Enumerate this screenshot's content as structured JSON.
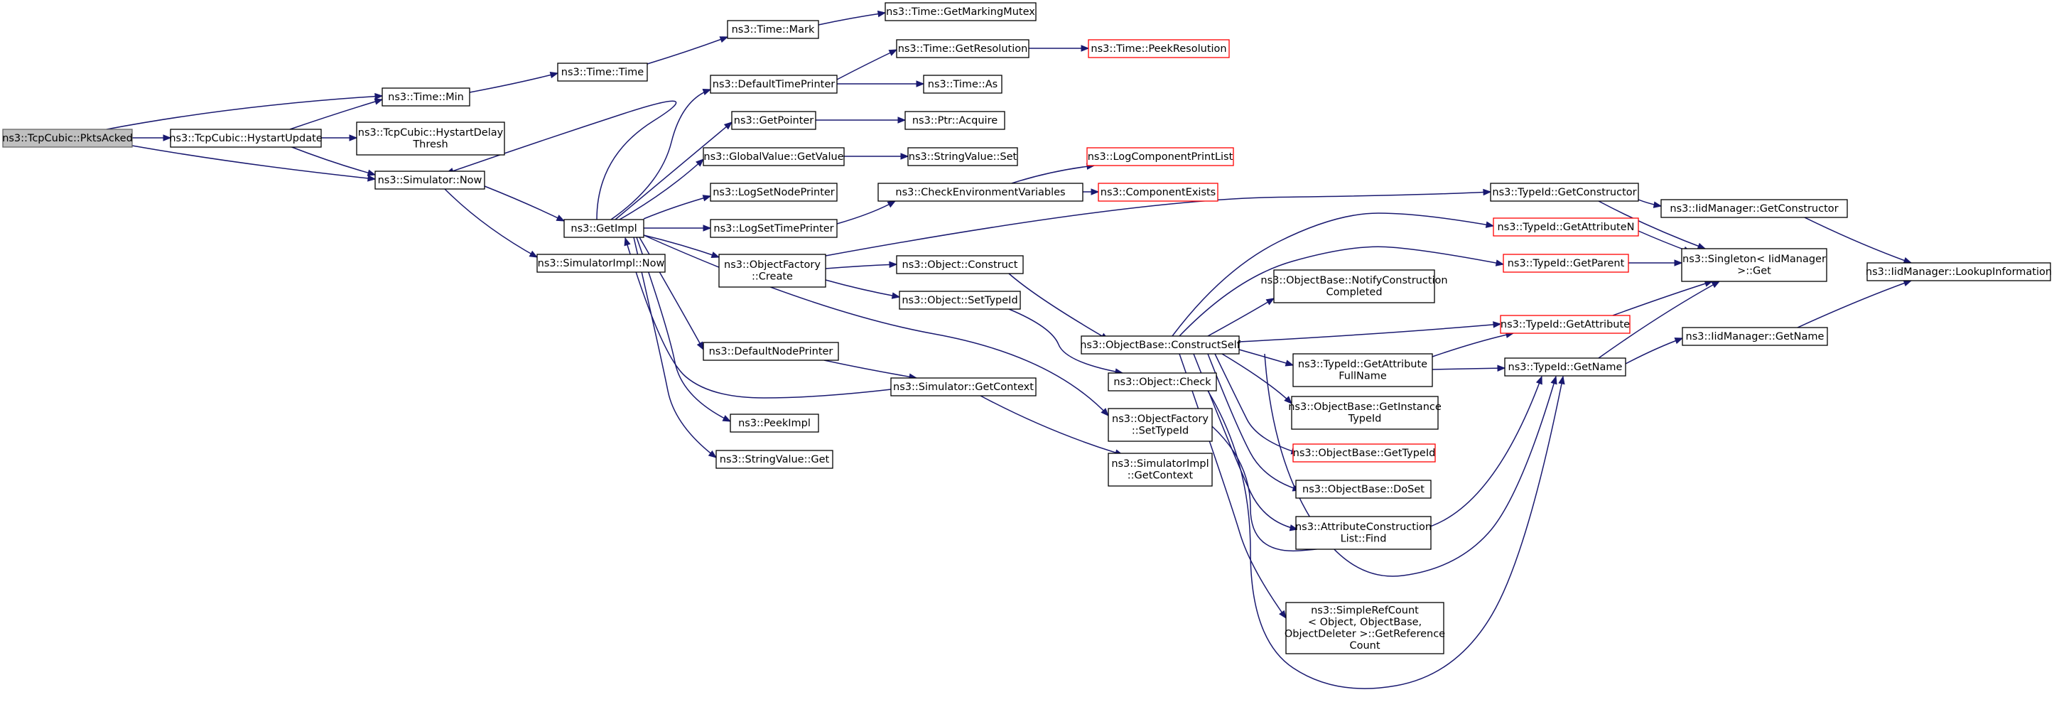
{
  "diagram": {
    "colors": {
      "edge": "#191970",
      "root_fill": "#bfbfbf",
      "truncated_border": "#ff0000",
      "border": "#000000"
    },
    "nodes": [
      {
        "id": "pkts",
        "lines": [
          "ns3::TcpCubic::PktsAcked"
        ],
        "root": true
      },
      {
        "id": "hystart",
        "lines": [
          "ns3::TcpCubic::HystartUpdate"
        ]
      },
      {
        "id": "hdelay",
        "lines": [
          "ns3::TcpCubic::HystartDelay",
          "Thresh"
        ]
      },
      {
        "id": "tmin",
        "lines": [
          "ns3::Time::Min"
        ]
      },
      {
        "id": "snow",
        "lines": [
          "ns3::Simulator::Now"
        ]
      },
      {
        "id": "ttime",
        "lines": [
          "ns3::Time::Time"
        ]
      },
      {
        "id": "tmark",
        "lines": [
          "ns3::Time::Mark"
        ]
      },
      {
        "id": "tmutex",
        "lines": [
          "ns3::Time::GetMarkingMutex"
        ]
      },
      {
        "id": "getimpl",
        "lines": [
          "ns3::GetImpl"
        ]
      },
      {
        "id": "simimplnow",
        "lines": [
          "ns3::SimulatorImpl::Now"
        ]
      },
      {
        "id": "dtp",
        "lines": [
          "ns3::DefaultTimePrinter"
        ]
      },
      {
        "id": "getres",
        "lines": [
          "ns3::Time::GetResolution"
        ]
      },
      {
        "id": "peekres",
        "lines": [
          "ns3::Time::PeekResolution"
        ],
        "truncated": true
      },
      {
        "id": "tas",
        "lines": [
          "ns3::Time::As"
        ]
      },
      {
        "id": "getptr",
        "lines": [
          "ns3::GetPointer"
        ]
      },
      {
        "id": "ptracq",
        "lines": [
          "ns3::Ptr::Acquire"
        ]
      },
      {
        "id": "gvget",
        "lines": [
          "ns3::GlobalValue::GetValue"
        ]
      },
      {
        "id": "svset",
        "lines": [
          "ns3::StringValue::Set"
        ]
      },
      {
        "id": "lsnp",
        "lines": [
          "ns3::LogSetNodePrinter"
        ]
      },
      {
        "id": "lstp",
        "lines": [
          "ns3::LogSetTimePrinter"
        ]
      },
      {
        "id": "cev",
        "lines": [
          "ns3::CheckEnvironmentVariables"
        ]
      },
      {
        "id": "lcpl",
        "lines": [
          "ns3::LogComponentPrintList"
        ],
        "truncated": true
      },
      {
        "id": "cexists",
        "lines": [
          "ns3::ComponentExists"
        ],
        "truncated": true
      },
      {
        "id": "ofcreate",
        "lines": [
          "ns3::ObjectFactory",
          "::Create"
        ]
      },
      {
        "id": "oconstruct",
        "lines": [
          "ns3::Object::Construct"
        ]
      },
      {
        "id": "osettid",
        "lines": [
          "ns3::Object::SetTypeId"
        ]
      },
      {
        "id": "dnp",
        "lines": [
          "ns3::DefaultNodePrinter"
        ]
      },
      {
        "id": "sgetctx",
        "lines": [
          "ns3::Simulator::GetContext"
        ]
      },
      {
        "id": "peekimpl",
        "lines": [
          "ns3::PeekImpl"
        ]
      },
      {
        "id": "svget",
        "lines": [
          "ns3::StringValue::Get"
        ]
      },
      {
        "id": "ocheck",
        "lines": [
          "ns3::Object::Check"
        ]
      },
      {
        "id": "ofsettid",
        "lines": [
          "ns3::ObjectFactory",
          "::SetTypeId"
        ]
      },
      {
        "id": "simplgetctx",
        "lines": [
          "ns3::SimulatorImpl",
          "::GetContext"
        ]
      },
      {
        "id": "obcs",
        "lines": [
          "ns3::ObjectBase::ConstructSelf"
        ]
      },
      {
        "id": "obncc",
        "lines": [
          "ns3::ObjectBase::NotifyConstruction",
          "Completed"
        ]
      },
      {
        "id": "tgetctor",
        "lines": [
          "ns3::TypeId::GetConstructor"
        ]
      },
      {
        "id": "tgetattrn",
        "lines": [
          "ns3::TypeId::GetAttributeN"
        ],
        "truncated": true
      },
      {
        "id": "tgetparent",
        "lines": [
          "ns3::TypeId::GetParent"
        ],
        "truncated": true
      },
      {
        "id": "tgetattr",
        "lines": [
          "ns3::TypeId::GetAttribute"
        ],
        "truncated": true
      },
      {
        "id": "tgetattrfn",
        "lines": [
          "ns3::TypeId::GetAttribute",
          "FullName"
        ]
      },
      {
        "id": "tgetname",
        "lines": [
          "ns3::TypeId::GetName"
        ]
      },
      {
        "id": "obgit",
        "lines": [
          "ns3::ObjectBase::GetInstance",
          "TypeId"
        ]
      },
      {
        "id": "obgtid",
        "lines": [
          "ns3::ObjectBase::GetTypeId"
        ],
        "truncated": true
      },
      {
        "id": "obdoset",
        "lines": [
          "ns3::ObjectBase::DoSet"
        ]
      },
      {
        "id": "aclfind",
        "lines": [
          "ns3::AttributeConstruction",
          "List::Find"
        ]
      },
      {
        "id": "srcref",
        "lines": [
          "ns3::SimpleRefCount",
          "< Object, ObjectBase,",
          "ObjectDeleter >::GetReference",
          "Count"
        ]
      },
      {
        "id": "singleton",
        "lines": [
          "ns3::Singleton< IidManager",
          ">::Get"
        ]
      },
      {
        "id": "iidgetctor",
        "lines": [
          "ns3::IidManager::GetConstructor"
        ]
      },
      {
        "id": "iidgetname",
        "lines": [
          "ns3::IidManager::GetName"
        ]
      },
      {
        "id": "iidlookup",
        "lines": [
          "ns3::IidManager::LookupInformation"
        ]
      }
    ],
    "edges": [
      [
        "pkts",
        "hystart"
      ],
      [
        "pkts",
        "tmin"
      ],
      [
        "pkts",
        "snow"
      ],
      [
        "hystart",
        "hdelay"
      ],
      [
        "hystart",
        "tmin"
      ],
      [
        "hystart",
        "snow"
      ],
      [
        "tmin",
        "ttime"
      ],
      [
        "ttime",
        "tmark"
      ],
      [
        "tmark",
        "tmutex"
      ],
      [
        "snow",
        "getimpl"
      ],
      [
        "snow",
        "simimplnow"
      ],
      [
        "getimpl",
        "snow"
      ],
      [
        "getimpl",
        "dtp"
      ],
      [
        "getimpl",
        "getptr"
      ],
      [
        "getimpl",
        "gvget"
      ],
      [
        "getimpl",
        "lsnp"
      ],
      [
        "getimpl",
        "lstp"
      ],
      [
        "getimpl",
        "ofcreate"
      ],
      [
        "getimpl",
        "dnp"
      ],
      [
        "getimpl",
        "peekimpl"
      ],
      [
        "getimpl",
        "svget"
      ],
      [
        "getimpl",
        "ofsettid"
      ],
      [
        "dtp",
        "getres"
      ],
      [
        "dtp",
        "tas"
      ],
      [
        "getres",
        "peekres"
      ],
      [
        "getptr",
        "ptracq"
      ],
      [
        "gvget",
        "svset"
      ],
      [
        "lstp",
        "cev"
      ],
      [
        "cev",
        "lcpl"
      ],
      [
        "cev",
        "cexists"
      ],
      [
        "ofcreate",
        "tgetctor"
      ],
      [
        "ofcreate",
        "oconstruct"
      ],
      [
        "ofcreate",
        "osettid"
      ],
      [
        "oconstruct",
        "obcs"
      ],
      [
        "osettid",
        "ocheck"
      ],
      [
        "dnp",
        "sgetctx"
      ],
      [
        "sgetctx",
        "getimpl"
      ],
      [
        "sgetctx",
        "simplgetctx"
      ],
      [
        "obcs",
        "tgetattrn"
      ],
      [
        "obcs",
        "tgetparent"
      ],
      [
        "obcs",
        "obncc"
      ],
      [
        "obcs",
        "tgetattr"
      ],
      [
        "obcs",
        "tgetattrfn"
      ],
      [
        "obcs",
        "obgit"
      ],
      [
        "obcs",
        "obgtid"
      ],
      [
        "obcs",
        "obdoset"
      ],
      [
        "obcs",
        "aclfind"
      ],
      [
        "obcs",
        "srcref"
      ],
      [
        "obcs",
        "tgetname"
      ],
      [
        "ocheck",
        "srcref"
      ],
      [
        "ofsettid",
        "tgetname"
      ],
      [
        "tgetctor",
        "iidgetctor"
      ],
      [
        "tgetctor",
        "singleton"
      ],
      [
        "tgetattrn",
        "singleton"
      ],
      [
        "tgetparent",
        "singleton"
      ],
      [
        "tgetattr",
        "singleton"
      ],
      [
        "tgetattrfn",
        "tgetattr"
      ],
      [
        "tgetattrfn",
        "tgetname"
      ],
      [
        "tgetname",
        "singleton"
      ],
      [
        "tgetname",
        "iidgetname"
      ],
      [
        "iidgetctor",
        "iidlookup"
      ],
      [
        "iidgetname",
        "iidlookup"
      ]
    ]
  }
}
